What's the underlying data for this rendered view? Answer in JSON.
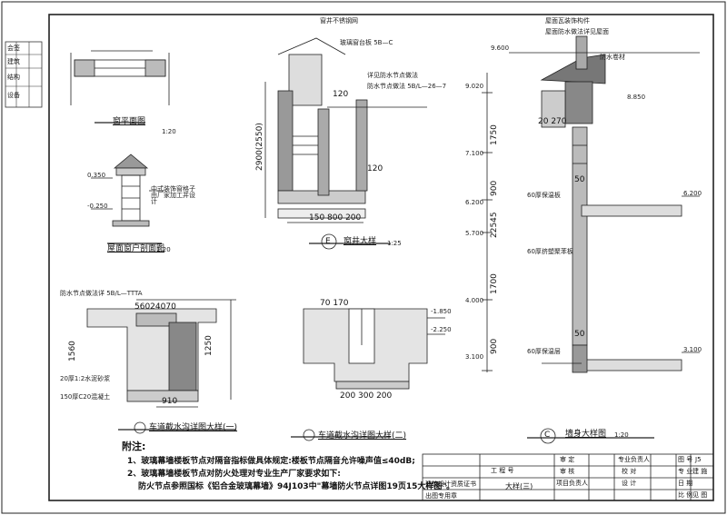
{
  "views": {
    "window_sill_plan": {
      "title": "窗平面图",
      "scale": "1:20"
    },
    "chimney_detail": {
      "title": "屋面窗户剖面图",
      "scale": "1:20",
      "note": "中式装饰窗格子由厂家加工并设计",
      "elev_top": "0.350",
      "elev_bot": "-0.250"
    },
    "window_well": {
      "title": "窗井大样",
      "number": "E",
      "scale": "1:25",
      "height_dims": "2900(2550)",
      "dim_120a": "120",
      "dim_120b": "120",
      "bottom_dims": "150 800 200",
      "label_top": "窗井不锈钢网",
      "label_1": "玻璃窗台板 5B—C",
      "label_2": "防水节点做法 5B/L—26—7",
      "label_3": "详见防水节点做法"
    },
    "well_detail_1": {
      "title": "车道截水沟详图大样(一)",
      "dims_top": "56024070",
      "dim_1250": "1250",
      "dim_1560": "1560",
      "dim_bottom": "910",
      "label_1": "防水节点做法详 5B/L—TTTA",
      "label_2": "20厚1:2水泥砂浆",
      "label_3": "150厚C20混凝土"
    },
    "well_detail_2": {
      "title": "车道截水沟详图大样(二)",
      "dims_top": "70  170",
      "dims_bottom": "200 300 200",
      "elev_1": "-1.850",
      "elev_2": "-2.250"
    },
    "wall_section": {
      "title": "墙身大样图",
      "number": "C",
      "scale": "1:20",
      "elevations": [
        "9.600",
        "9.020",
        "8.850",
        "7.100",
        "6.200",
        "6.200",
        "5.700",
        "4.000",
        "3.100",
        "3.100"
      ],
      "dims": [
        "1750",
        "900",
        "22545",
        "1700",
        "900"
      ],
      "top_dims": "20 270",
      "side_dims": [
        "50",
        "50"
      ],
      "labels": [
        "屋面瓦装饰构件",
        "屋面防水做法详见屋面",
        "防水卷材",
        "60厚保温板",
        "60厚挤塑聚苯板",
        "60厚保温层"
      ]
    }
  },
  "notes": {
    "heading": "附注:",
    "line1": "1、玻璃幕墙楼板节点对隔音指标做具体规定:楼板节点隔音允许噪声值≤40dB;",
    "line2": "2、玻璃幕墙楼板节点对防火处理对专业生产厂家要求如下:",
    "line3": "防火节点参照国标《铝合金玻璃幕墙》94J103中\"幕墙防火节点详图19页15大样图\"。"
  },
  "title_block": {
    "project_label": "工 程 号",
    "drawing_name": "大样(三)",
    "rows": [
      [
        "审 定",
        "",
        "专业负责人",
        "",
        "图 号",
        "J5"
      ],
      [
        "审 核",
        "",
        "校 对",
        "",
        "专 业",
        "建 施"
      ],
      [
        "项目负责人",
        "",
        "设 计",
        "",
        "日 期",
        ""
      ],
      [
        "",
        "",
        "",
        "",
        "比 例",
        "见 图"
      ]
    ],
    "left_rows": [
      "建筑设计资质证书",
      "出图专用章"
    ]
  },
  "left_strip": {
    "items": [
      "会签",
      "建筑",
      "结构",
      "设备"
    ]
  }
}
